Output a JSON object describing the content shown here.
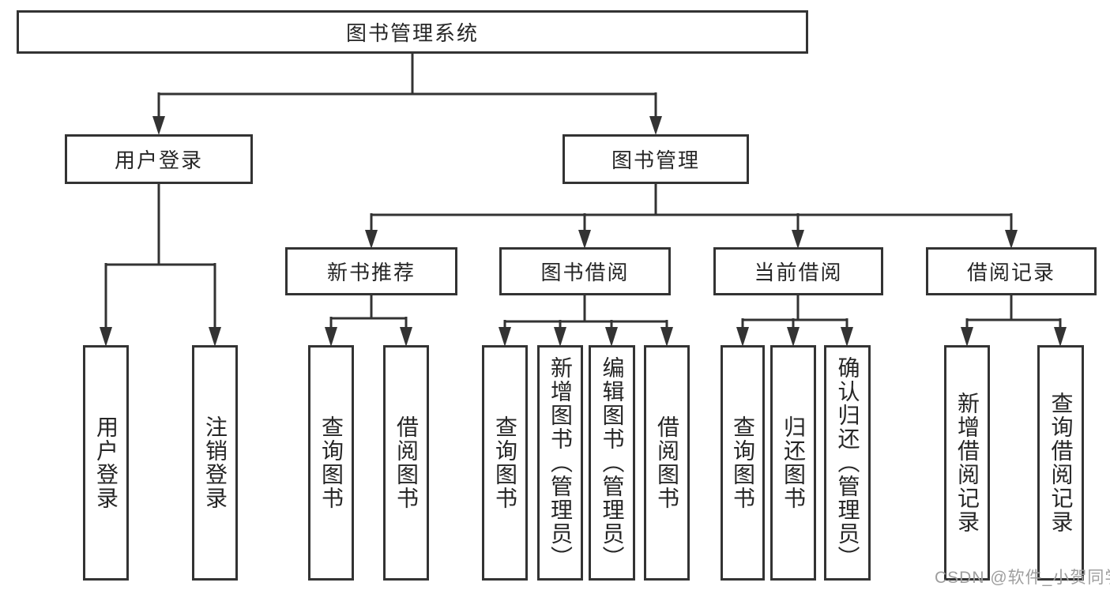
{
  "tree": {
    "root": {
      "label": "图书管理系统"
    },
    "children": [
      {
        "label": "用户登录",
        "children": [
          {
            "label": "用户登录"
          },
          {
            "label": "注销登录"
          }
        ]
      },
      {
        "label": "图书管理",
        "children": [
          {
            "label": "新书推荐",
            "children": [
              {
                "label": "查询图书"
              },
              {
                "label": "借阅图书"
              }
            ]
          },
          {
            "label": "图书借阅",
            "children": [
              {
                "label": "查询图书"
              },
              {
                "label": "新增图书（管理员）"
              },
              {
                "label": "编辑图书（管理员）"
              },
              {
                "label": "借阅图书"
              }
            ]
          },
          {
            "label": "当前借阅",
            "children": [
              {
                "label": "查询图书"
              },
              {
                "label": "归还图书"
              },
              {
                "label": "确认归还（管理员）"
              }
            ]
          },
          {
            "label": "借阅记录",
            "children": [
              {
                "label": "新增借阅记录"
              },
              {
                "label": "查询借阅记录"
              }
            ]
          }
        ]
      }
    ]
  },
  "watermark": "CSDN @软件_小贺同学",
  "colors": {
    "line": "#333333",
    "text": "#262626",
    "watermark": "#9e9e9e",
    "background": "#ffffff"
  }
}
